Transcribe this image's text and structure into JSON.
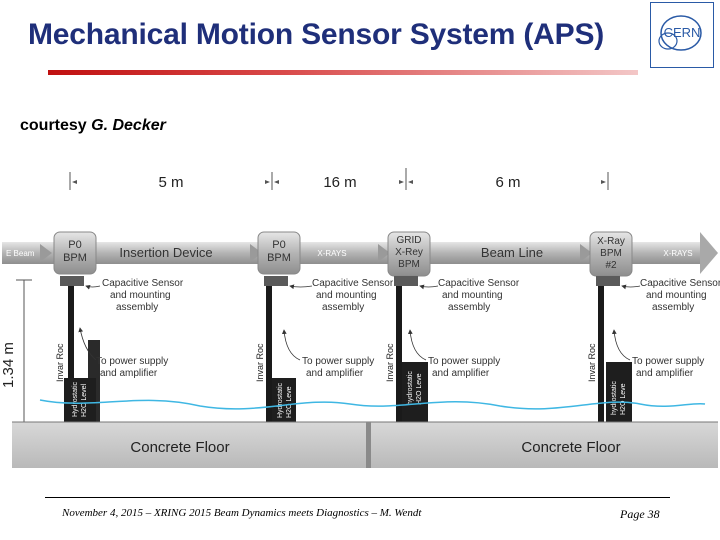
{
  "slide": {
    "title": "Mechanical Motion Sensor System (APS)",
    "courtesy_prefix": "courtesy ",
    "courtesy_name": "G. Decker",
    "logo_text": "CERN",
    "footer": "November 4, 2015 – XRING 2015 Beam Dynamics meets Diagnostics – M. Wendt",
    "page": "Page  38"
  },
  "diagram": {
    "distances": [
      "5 m",
      "16 m",
      "6 m"
    ],
    "height_label": "1.34 m",
    "beam_label": "E Beam",
    "insertion_device": "Insertion Device",
    "beam_line": "Beam Line",
    "xrays": "X-RAYS",
    "bpm1": [
      "P0",
      "BPM"
    ],
    "bpm2": [
      "P0",
      "BPM"
    ],
    "bpm3": [
      "GRID",
      "X-Rey",
      "BPM"
    ],
    "bpm4": [
      "X-Ray",
      "BPM",
      "#2"
    ],
    "cap_sensor": [
      "Capacitive Sensor",
      "and mounting",
      "assembly"
    ],
    "power_supply": [
      "To power supply",
      "and amplifier"
    ],
    "invar_rod": "Invar Roc",
    "hydro1": [
      "Hydrostatic",
      "H2O Level"
    ],
    "hydro2": [
      "Hydrostatic",
      "H2O Leve"
    ],
    "hydro3": [
      "hydrostatic",
      "H2O Leve"
    ],
    "hydro4": [
      "hydrostatic",
      "H2O Leve"
    ],
    "floor": "Concrete Floor"
  },
  "colors": {
    "title": "#1f2f7a",
    "rule": "#c01010",
    "pipe": "#b9b9b9",
    "floor": "#c8c8c8",
    "water": "#3fb7e3"
  }
}
